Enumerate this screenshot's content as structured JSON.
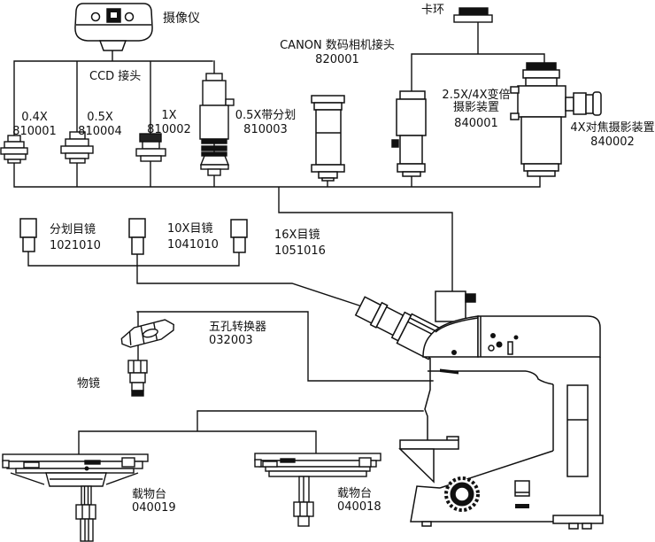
{
  "figure": {
    "camera": {
      "label": "摄像仪"
    },
    "ccd_head": {
      "label": "CCD 接头"
    },
    "adapters": [
      {
        "label": "0.4X",
        "code": "810001"
      },
      {
        "label": "0.5X",
        "code": "810004"
      },
      {
        "label": "1X",
        "code": "810002"
      },
      {
        "label": "0.5X带分划",
        "code": "810003"
      }
    ],
    "canon_adapter": {
      "label": "CANON 数码相机接头",
      "code": "820001"
    },
    "clamp_ring": {
      "label": "卡环"
    },
    "zoom_photo_device": {
      "label_line1": "2.5X/4X变倍",
      "label_line2": "摄影装置",
      "code": "840001"
    },
    "focus_photo_device": {
      "label": "4X对焦摄影装置",
      "code": "840002"
    },
    "eyepieces": [
      {
        "label": "分划目镜",
        "code": "1021010"
      },
      {
        "label": "10X目镜",
        "code": "1041010"
      },
      {
        "label": "16X目镜",
        "code": "1051016"
      }
    ],
    "nosepiece": {
      "label": "五孔转换器",
      "code": "032003"
    },
    "objective": {
      "label": "物镜"
    },
    "stages": [
      {
        "label": "载物台",
        "code": "040019"
      },
      {
        "label": "载物台",
        "code": "040018"
      }
    ]
  },
  "colors": {
    "ink": "#111111",
    "background": "#ffffff"
  }
}
